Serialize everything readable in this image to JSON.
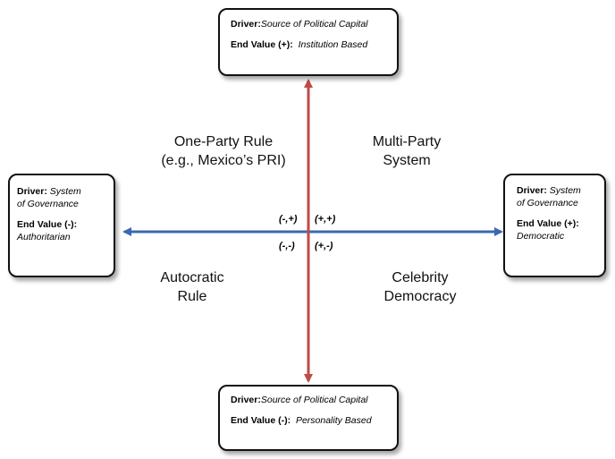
{
  "colors": {
    "horizontal_axis": "#3a69b0",
    "vertical_axis": "#bf4a47",
    "box_border": "#111111"
  },
  "boxes": {
    "top": {
      "driver_label": "Driver:",
      "driver_value": "Source of Political Capital",
      "end_label": "End Value (+):",
      "end_value": "Institution Based"
    },
    "bottom": {
      "driver_label": "Driver:",
      "driver_value": "Source of Political Capital",
      "end_label": "End Value (-):",
      "end_value": "Personality Based"
    },
    "left": {
      "driver_label": "Driver:",
      "driver_value_1": "System",
      "driver_value_2": "of Governance",
      "end_label": "End Value (-):",
      "end_value": "Authoritarian"
    },
    "right": {
      "driver_label": "Driver:",
      "driver_value_1": "System",
      "driver_value_2": "of Governance",
      "end_label": "End Value (+):",
      "end_value": "Democratic"
    }
  },
  "quadrants": {
    "top_left": {
      "line1": "One-Party Rule",
      "line2": "(e.g., Mexico’s PRI)"
    },
    "top_right": {
      "line1": "Multi-Party",
      "line2": "System"
    },
    "bottom_left": {
      "line1": "Autocratic",
      "line2": "Rule"
    },
    "bottom_right": {
      "line1": "Celebrity",
      "line2": "Democracy"
    }
  },
  "signs": {
    "top_left": "(-,+)",
    "top_right": "(+,+)",
    "bottom_left": "(-,-)",
    "bottom_right": "(+,-)"
  }
}
